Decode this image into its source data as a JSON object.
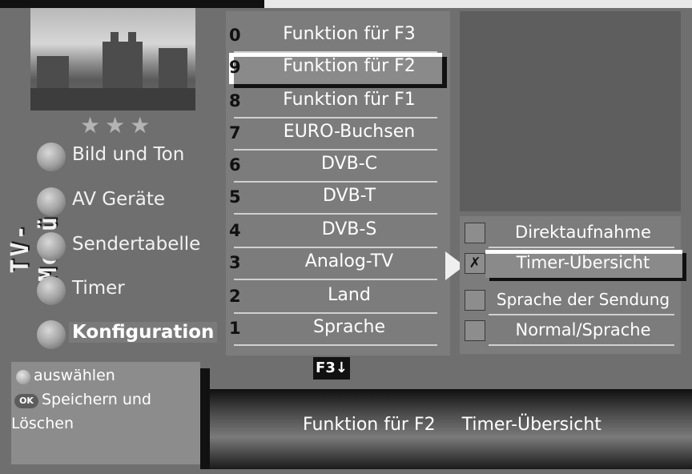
{
  "menu_title": "TV-Menü",
  "rating_stars": "★★★",
  "nav": [
    {
      "label": "Bild und Ton",
      "active": false
    },
    {
      "label": "AV Geräte",
      "active": false
    },
    {
      "label": "Sendertabelle",
      "active": false
    },
    {
      "label": "Timer",
      "active": false
    },
    {
      "label": "Konfiguration",
      "active": true
    }
  ],
  "list": [
    {
      "num": "0",
      "label": "Funktion für F3"
    },
    {
      "num": "9",
      "label": "Funktion für F2",
      "selected": true
    },
    {
      "num": "8",
      "label": "Funktion für F1"
    },
    {
      "num": "7",
      "label": "EURO-Buchsen"
    },
    {
      "num": "6",
      "label": "DVB-C"
    },
    {
      "num": "5",
      "label": "DVB-T"
    },
    {
      "num": "4",
      "label": "DVB-S"
    },
    {
      "num": "3",
      "label": "Analog-TV"
    },
    {
      "num": "2",
      "label": "Land"
    },
    {
      "num": "1",
      "label": "Sprache"
    }
  ],
  "f3_hint": "F3↓",
  "options": [
    {
      "label": "Direktaufnahme",
      "check": ""
    },
    {
      "label": "Timer-Übersicht",
      "check": "✗",
      "selected": true
    },
    {
      "label": "Sprache der Sendung",
      "check": ""
    },
    {
      "label": "Normal/Sprache",
      "check": ""
    }
  ],
  "help": {
    "select": "auswählen",
    "ok_label": "OK",
    "save": "Speichern und",
    "quit": "Löschen"
  },
  "status": {
    "function": "Funktion für F2",
    "value": "Timer-Übersicht"
  }
}
